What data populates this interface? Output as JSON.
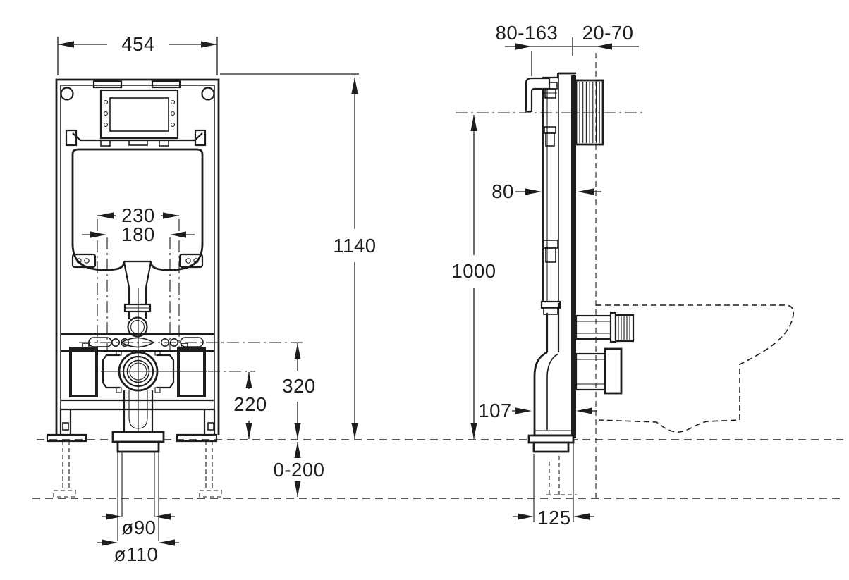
{
  "drawing": {
    "bg_color": "#ffffff",
    "line_color": "#1d1d1b",
    "front_view": {
      "label": "frame-front-view",
      "dims": {
        "width": "454",
        "height": "1140",
        "fixing_outer": "230",
        "fixing_inner": "180",
        "supply_height": "320",
        "outlet_height": "220",
        "leg_adjust": "0-200",
        "drain_inner": "ø90",
        "drain_outer": "ø110"
      }
    },
    "side_view": {
      "label": "frame-side-view",
      "dims": {
        "bracket_depth": "80-163",
        "finish_thickness": "20-70",
        "frame_depth": "80",
        "fixing_height": "1000",
        "elbow_depth": "107",
        "base_depth": "125"
      }
    }
  }
}
